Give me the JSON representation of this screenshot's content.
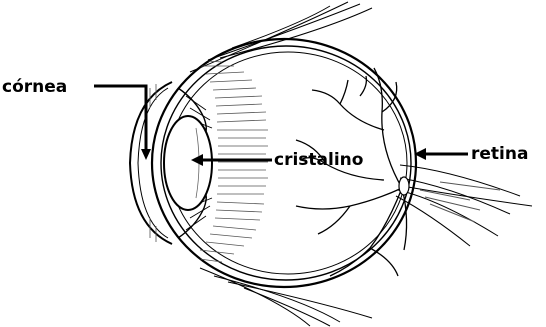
{
  "labels": {
    "cornea": "córnea",
    "cristalino": "cristalino",
    "retina": "retina"
  },
  "colors": {
    "ink": "#000000",
    "background": "#ffffff",
    "hatch": "#555555"
  }
}
